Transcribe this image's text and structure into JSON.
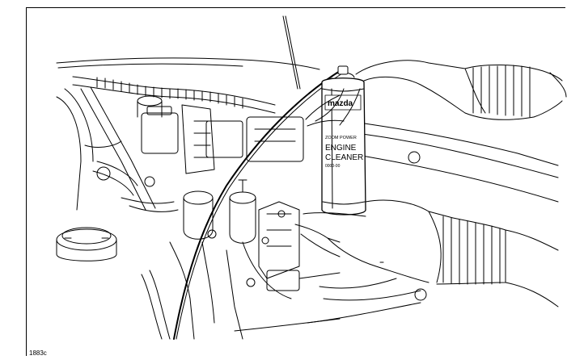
{
  "figure": {
    "code": "1883c"
  },
  "can": {
    "brand": "mazda",
    "line1": "ZOOM POWER",
    "line2": "ENGINE",
    "line3": "CLEANER",
    "line4": "0000-00"
  },
  "colors": {
    "ink": "#000000",
    "paper": "#ffffff"
  }
}
